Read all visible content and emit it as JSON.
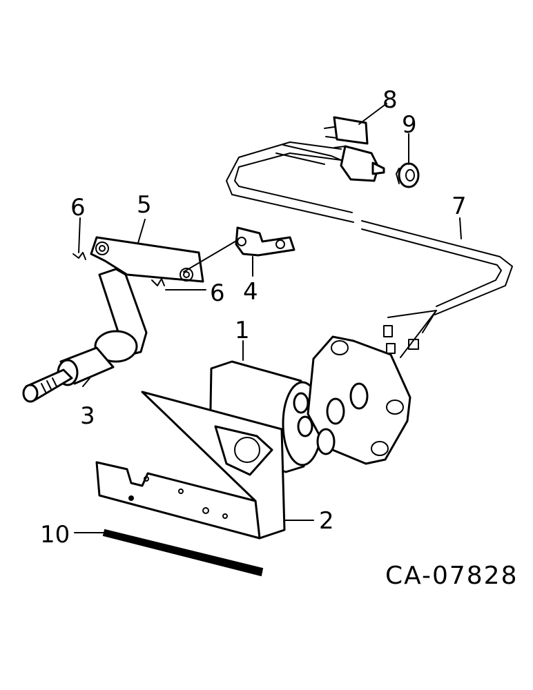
{
  "callouts": [
    {
      "id": "1",
      "text": "1"
    },
    {
      "id": "2",
      "text": "2"
    },
    {
      "id": "3",
      "text": "3"
    },
    {
      "id": "4",
      "text": "4"
    },
    {
      "id": "5",
      "text": "5"
    },
    {
      "id": "6a",
      "text": "6"
    },
    {
      "id": "6b",
      "text": "6"
    },
    {
      "id": "7",
      "text": "7"
    },
    {
      "id": "8",
      "text": "8"
    },
    {
      "id": "9",
      "text": "9"
    },
    {
      "id": "10",
      "text": "10"
    }
  ],
  "figure_code": "CA-07828"
}
